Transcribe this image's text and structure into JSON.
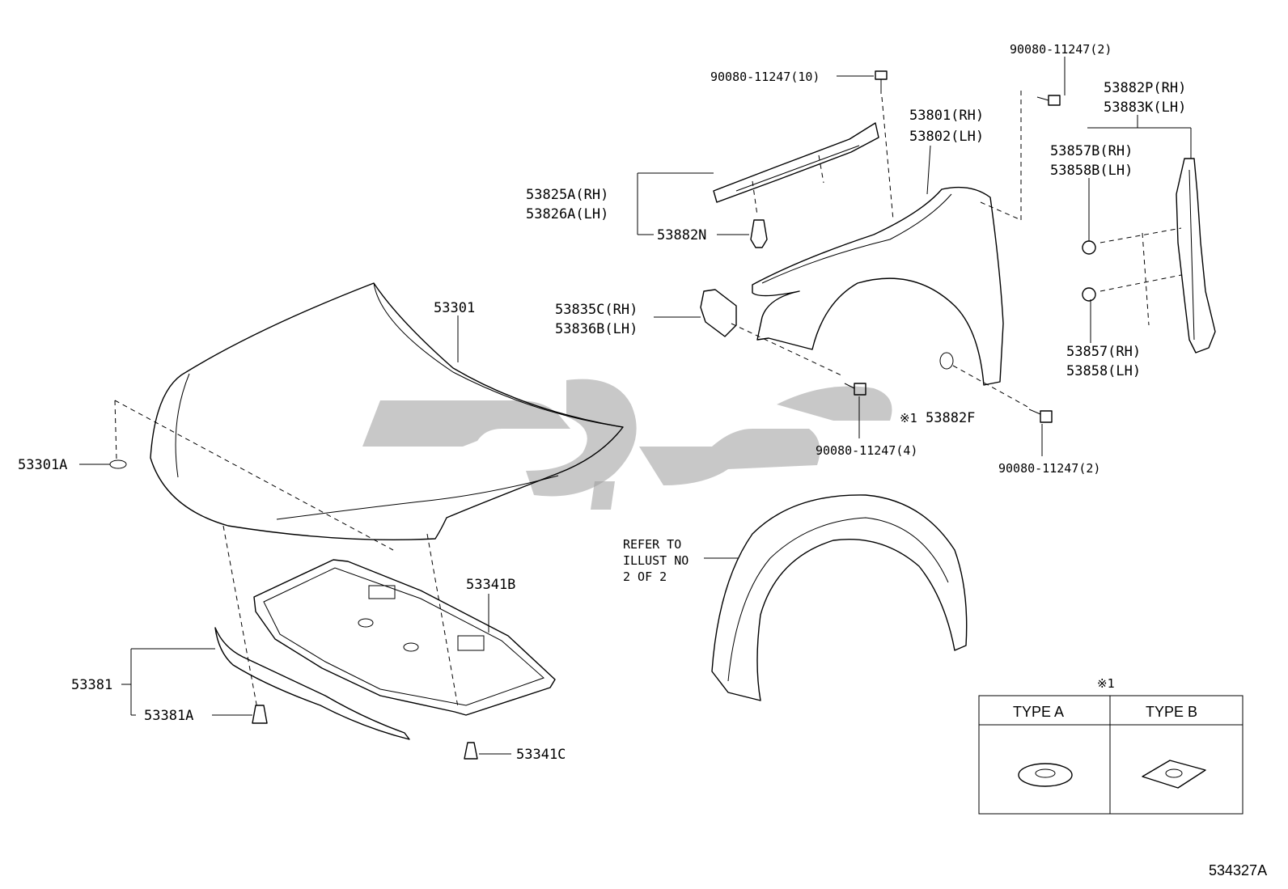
{
  "labels": {
    "bolt_10": "90080-11247(10)",
    "bolt_2_top": "90080-11247(2)",
    "bracket_rh": "53882P(RH)",
    "bracket_lh": "53883K(LH)",
    "fender_rh": "53801(RH)",
    "fender_lh": "53802(LH)",
    "seal_b_rh": "53857B(RH)",
    "seal_b_lh": "53858B(LH)",
    "cowl_rh": "53825A(RH)",
    "cowl_lh": "53826A(LH)",
    "clip_n": "53882N",
    "hood": "53301",
    "bracket_c_rh": "53835C(RH)",
    "bracket_c_lh": "53836B(LH)",
    "seal_rh": "53857(RH)",
    "seal_lh": "53858(LH)",
    "washer_mark": "※1",
    "washer_f": "53882F",
    "hood_plate": "53301A",
    "bolt_4": "90080-11247(4)",
    "bolt_2_bottom": "90080-11247(2)",
    "insulator": "53341B",
    "seal_hood": "53381",
    "clip_seal": "53381A",
    "clip_insulator": "53341C",
    "ref_line1": "REFER TO",
    "ref_line2": "ILLUST NO",
    "ref_line3": "2 OF 2",
    "diagram_id": "534327A"
  },
  "table": {
    "mark": "※1",
    "type_a": "TYPE A",
    "type_b": "TYPE B"
  }
}
